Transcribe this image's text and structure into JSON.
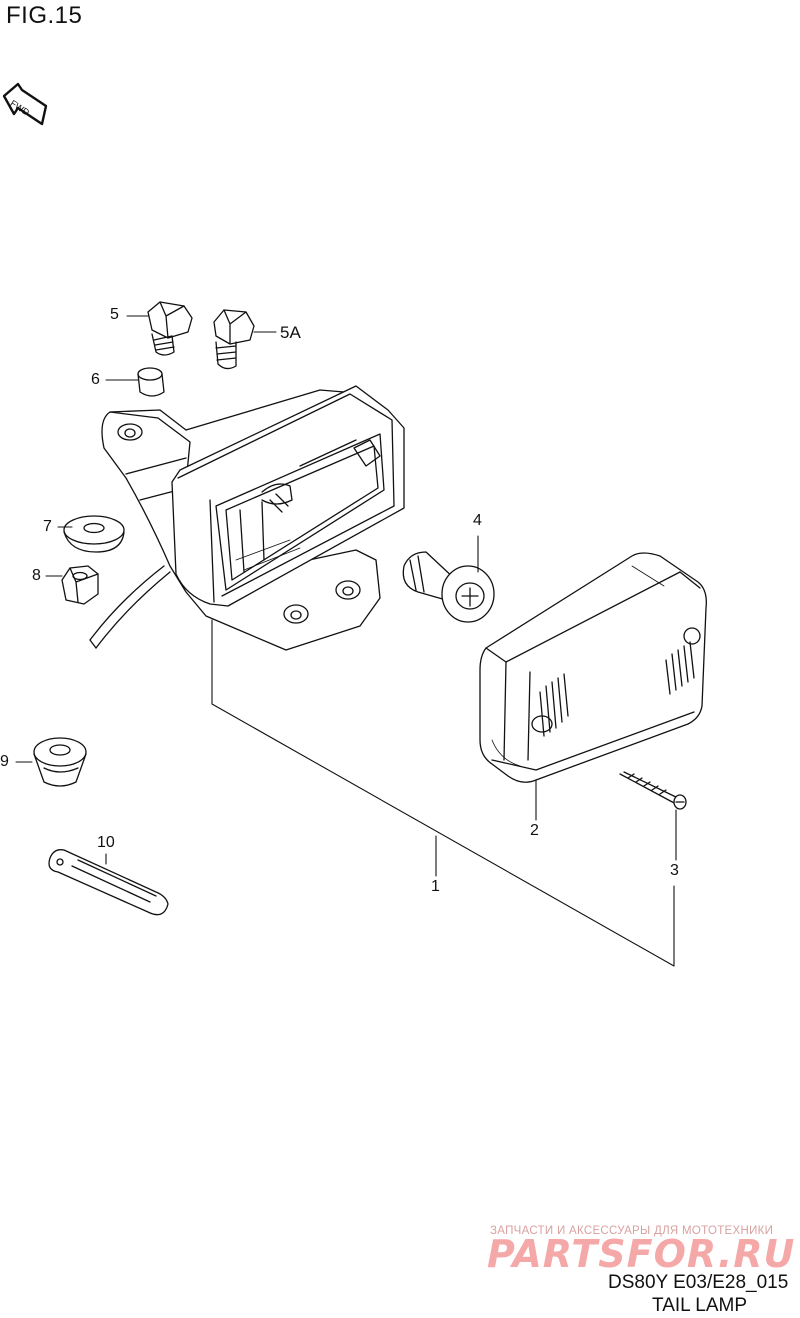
{
  "figure": {
    "title": "FIG.15",
    "direction_badge": "FWD",
    "code": "DS80Y E03/E28_015",
    "caption": "TAIL LAMP"
  },
  "callouts": [
    "5",
    "5A",
    "6",
    "7",
    "8",
    "4",
    "9",
    "10",
    "2",
    "3",
    "1"
  ],
  "watermark": {
    "tagline": "ЗАПЧАСТИ И АКСЕССУАРЫ ДЛЯ МОТОТЕХНИКИ",
    "brand": "PARTSFOR.RU"
  },
  "colors": {
    "ink": "#111111",
    "watermark": "#f28b8b",
    "background": "#ffffff"
  }
}
